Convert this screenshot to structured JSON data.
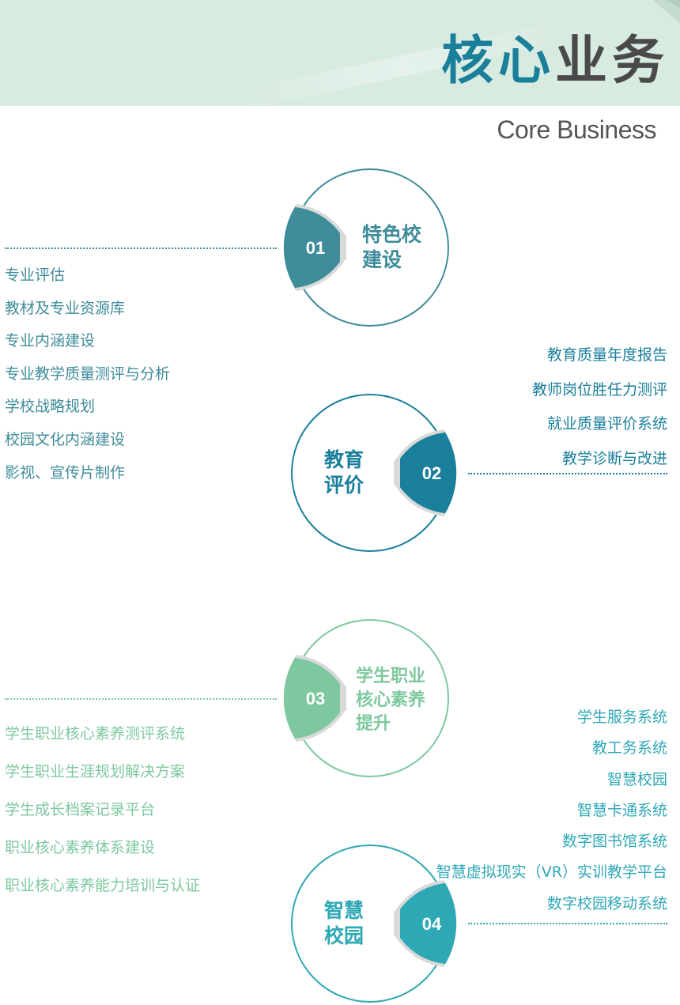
{
  "header": {
    "title_part1": "核心",
    "title_part2": "业务",
    "subtitle": "Core Business"
  },
  "colors": {
    "banner": "#d8ebe1",
    "slate_teal": "#3f8c9a",
    "blue": "#1a7f9b",
    "green": "#7ec89f",
    "teal": "#2fa8b6"
  },
  "sections": [
    {
      "number": "01",
      "title_lines": [
        "特色校",
        "建设"
      ],
      "items": [
        "专业评估",
        "教材及专业资源库",
        "专业内涵建设",
        "专业教学质量测评与分析",
        "学校战略规划",
        "校园文化内涵建设",
        "影视、宣传片制作"
      ]
    },
    {
      "number": "02",
      "title_lines": [
        "教育",
        "评价"
      ],
      "items": [
        "教育质量年度报告",
        "教师岗位胜任力测评",
        "就业质量评价系统",
        "教学诊断与改进"
      ]
    },
    {
      "number": "03",
      "title_lines": [
        "学生职业",
        "核心素养",
        "提升"
      ],
      "items": [
        "学生职业核心素养测评系统",
        "学生职业生涯规划解决方案",
        "学生成长档案记录平台",
        "职业核心素养体系建设",
        "职业核心素养能力培训与认证"
      ]
    },
    {
      "number": "04",
      "title_lines": [
        "智慧",
        "校园"
      ],
      "items": [
        "学生服务系统",
        "教工务系统",
        "智慧校园",
        "智慧卡通系统",
        "数字图书馆系统",
        "智慧虚拟现实（VR）实训教学平台",
        "数字校园移动系统"
      ]
    }
  ]
}
